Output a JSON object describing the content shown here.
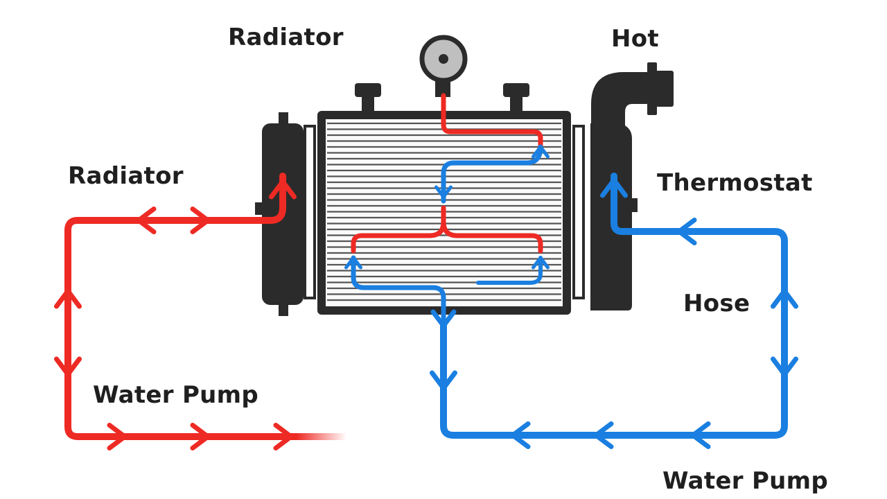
{
  "labels": {
    "radiator_top": "Radiator",
    "hot": "Hot",
    "radiator_left": "Radiator",
    "thermostat": "Thermostat",
    "hose": "Hose",
    "water_pump_left": "Water Pump",
    "water_pump_right": "Water Pump"
  },
  "colors": {
    "hot": "#ee2a24",
    "cold": "#1a7fe0",
    "body": "#2b2b2b",
    "fins": "#555555",
    "gauge": "#bfbfbf"
  },
  "icons": {
    "gauge": "pressure-gauge-icon",
    "thermostat": "thermostat-housing-icon"
  }
}
